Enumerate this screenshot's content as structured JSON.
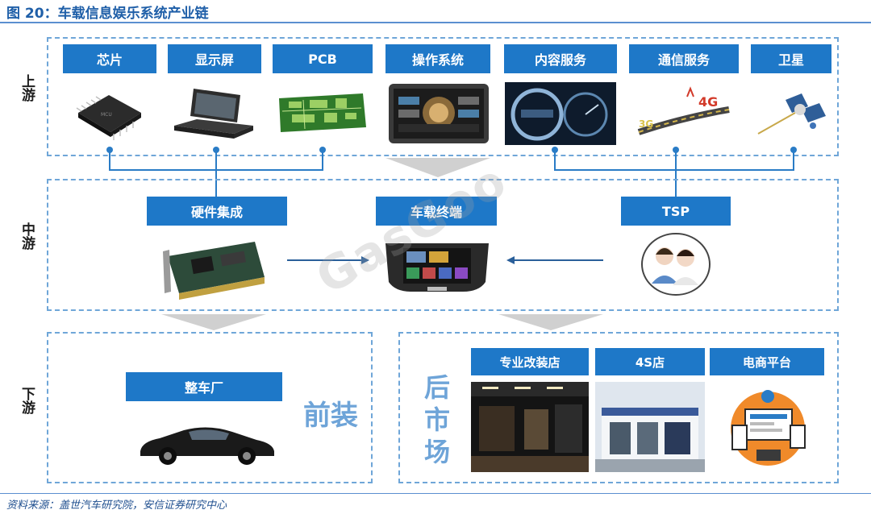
{
  "figure": {
    "title": "图 20：车载信息娱乐系统产业链",
    "source": "资料来源：盖世汽车研究院，安信证券研究中心"
  },
  "levels": {
    "upstream": "上游",
    "midstream": "中游",
    "downstream": "下游"
  },
  "upstream_items": [
    "芯片",
    "显示屏",
    "PCB",
    "操作系统",
    "内容服务",
    "通信服务",
    "卫星"
  ],
  "midstream_items": {
    "hardware": "硬件集成",
    "terminal": "车载终端",
    "tsp": "TSP"
  },
  "downstream": {
    "oem_label": "整车厂",
    "front": "前装",
    "after_market_chars": [
      "后",
      "市",
      "场"
    ],
    "channels": [
      "专业改装店",
      "4S店",
      "电商平台"
    ]
  },
  "watermark": "GasGoo",
  "colors": {
    "label_blue": "#1e78c8",
    "dash_blue": "#6fa6d8",
    "connector": "#2a7cc6",
    "title_blue": "#1f5fa8"
  }
}
